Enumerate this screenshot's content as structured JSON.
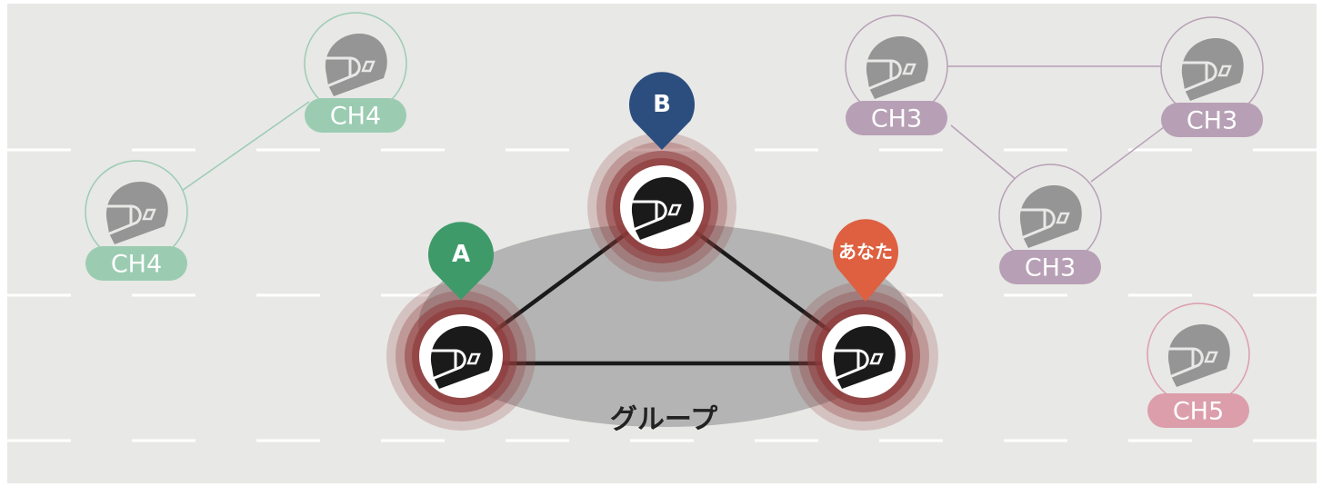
{
  "group_label": "グループ",
  "group_members": [
    {
      "pin": "A",
      "pin_color": "#3f9a6a"
    },
    {
      "pin": "B",
      "pin_color": "#2c4e7f"
    },
    {
      "pin": "あなた",
      "pin_color": "#de6040"
    }
  ],
  "channels": [
    {
      "label": "CH4",
      "color": "#9bccb2"
    },
    {
      "label": "CH4",
      "color": "#9bccb2"
    },
    {
      "label": "CH3",
      "color": "#b7a0b5"
    },
    {
      "label": "CH3",
      "color": "#b7a0b5"
    },
    {
      "label": "CH3",
      "color": "#b7a0b5"
    },
    {
      "label": "CH5",
      "color": "#dc9eab"
    }
  ],
  "colors": {
    "road": "#e8e8e6",
    "group_area": "#b3b4b3",
    "ring": "#8e3a3a",
    "helmet_gray": "#959595",
    "helmet_dark": "#1a1a1a"
  }
}
